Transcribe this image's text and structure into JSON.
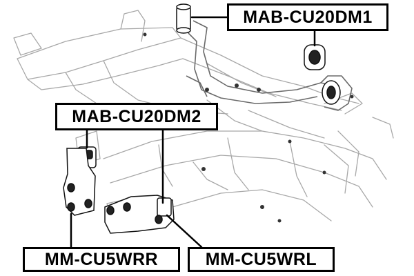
{
  "labels": {
    "dm1": "MAB-CU20DM1",
    "dm2": "MAB-CU20DM2",
    "wrr": "MM-CU5WRR",
    "wrl": "MM-CU5WRL"
  },
  "colors": {
    "line": "#000000",
    "sketch": "#9a9a9a",
    "part": "#1a1a1a"
  }
}
